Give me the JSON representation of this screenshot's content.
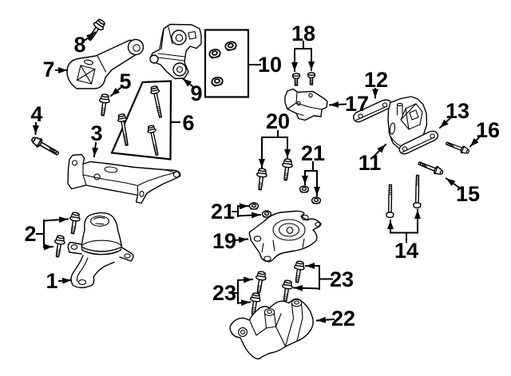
{
  "diagram": {
    "figure_type": "exploded-parts-diagram",
    "subject": "engine-and-transmission-mounting",
    "background_color": "#ffffff",
    "line_color": "#000000",
    "label_color": "#000000",
    "visible_part_numbers": [
      "1",
      "2",
      "3",
      "4",
      "5",
      "6",
      "7",
      "8",
      "9",
      "10",
      "11",
      "12",
      "13",
      "14",
      "15",
      "16",
      "17",
      "18",
      "19",
      "20",
      "21",
      "22",
      "23"
    ],
    "callouts": [
      {
        "label": "1",
        "points_to": "engine-mount"
      },
      {
        "label": "2",
        "points_to": "mount-bolt-pair"
      },
      {
        "label": "3",
        "points_to": "support-bracket"
      },
      {
        "label": "4",
        "points_to": "long-bolt"
      },
      {
        "label": "5",
        "points_to": "flange-bolt"
      },
      {
        "label": "6",
        "points_to": "bolt-set"
      },
      {
        "label": "7",
        "points_to": "torque-strut"
      },
      {
        "label": "8",
        "points_to": "strut-bolt"
      },
      {
        "label": "9",
        "points_to": "mounting-bracket"
      },
      {
        "label": "10",
        "points_to": "nut-set"
      },
      {
        "label": "11",
        "points_to": "transmission-mount"
      },
      {
        "label": "12",
        "points_to": "upper-plate"
      },
      {
        "label": "13",
        "points_to": "lower-plate"
      },
      {
        "label": "14",
        "points_to": "long-bolt-pair"
      },
      {
        "label": "15",
        "points_to": "through-bolt"
      },
      {
        "label": "16",
        "points_to": "through-bolt"
      },
      {
        "label": "17",
        "points_to": "shield-bracket"
      },
      {
        "label": "18",
        "points_to": "screw-pair"
      },
      {
        "label": "19",
        "points_to": "mount-assembly"
      },
      {
        "label": "20",
        "points_to": "flange-bolt-pair"
      },
      {
        "label": "21",
        "points_to": "flange-nut-pair"
      },
      {
        "label": "21",
        "points_to": "flange-nut-pair"
      },
      {
        "label": "22",
        "points_to": "lower-bracket"
      },
      {
        "label": "23",
        "points_to": "flange-bolt-pair"
      },
      {
        "label": "23",
        "points_to": "flange-bolt-pair"
      }
    ]
  }
}
